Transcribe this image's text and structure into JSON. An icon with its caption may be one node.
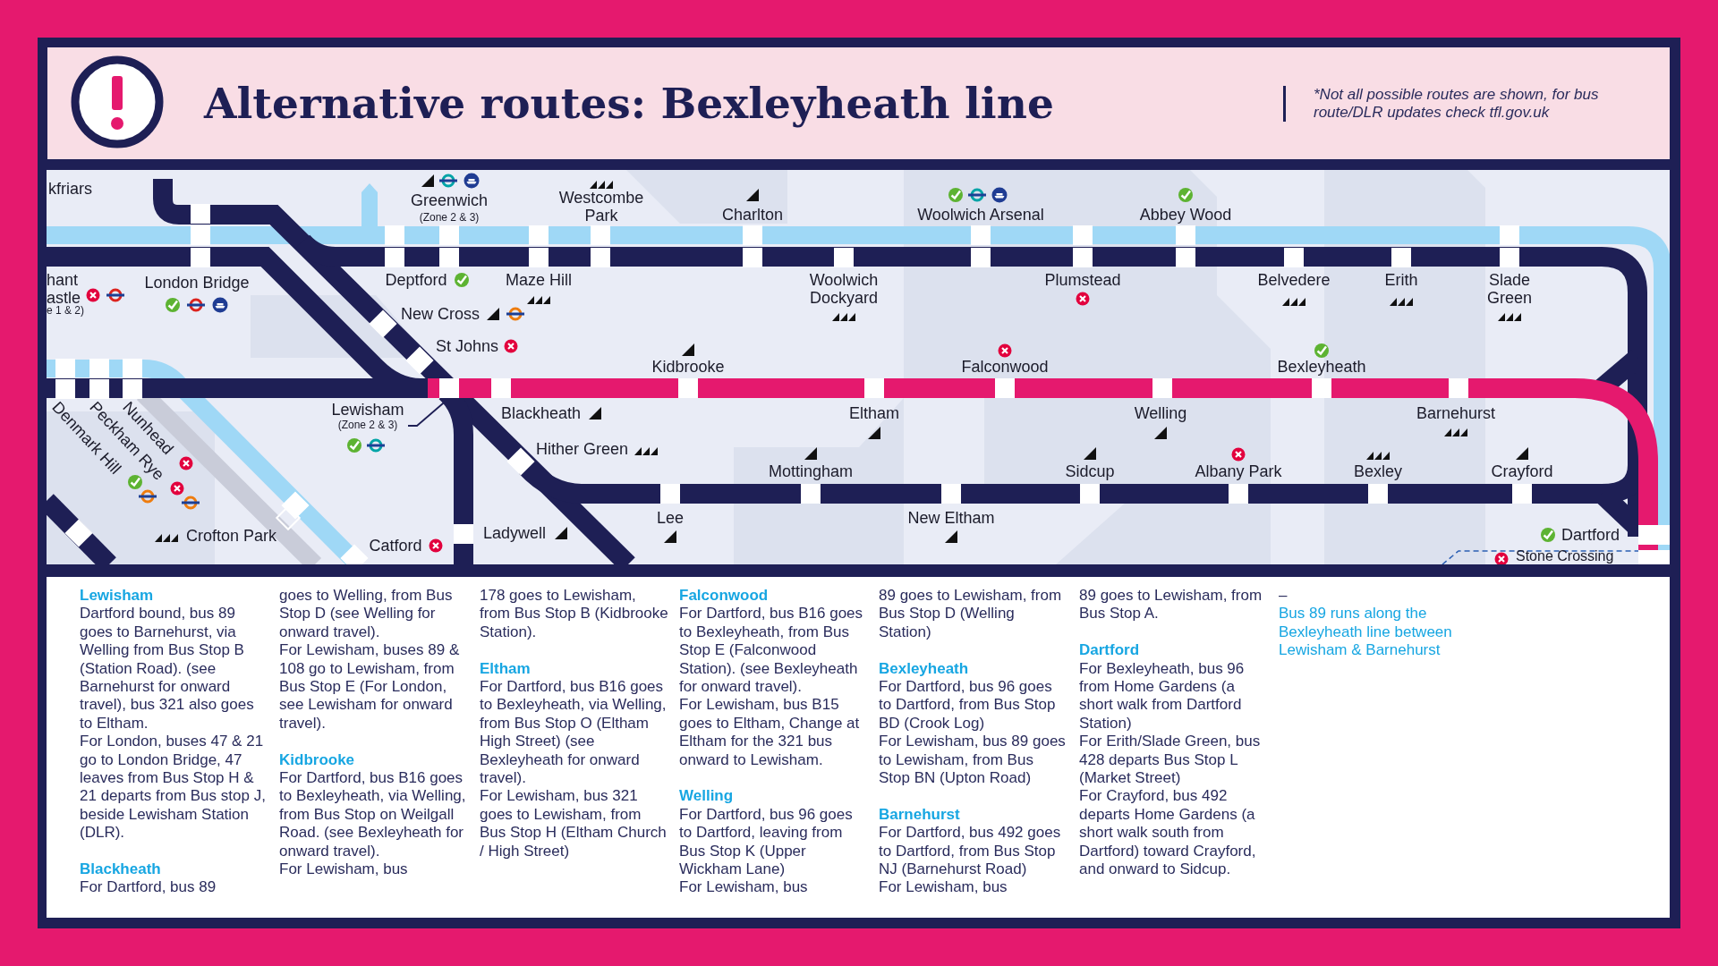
{
  "diagram": {
    "title": "Alternative routes: Bexleyheath line",
    "nodes": [
      {
        "text": [
          "Lewisham",
          "(Zone 2 & 3)"
        ]
      },
      {
        "text": [],
        "shape": "box"
      }
    ],
    "edges": [
      {
        "from": 0,
        "to": 1,
        "arrow": "none"
      }
    ],
    "labels": [
      "*Not all possible routes are shown, for bus route/DLR updates check tfl.gov.uk",
      "kfriars",
      "hant astle",
      "e 1 & 2)",
      "London Bridge",
      "Greenwich",
      "(Zone 2 & 3)",
      "Westcombe Park",
      "Charlton",
      "Woolwich Arsenal",
      "Abbey Wood",
      "Deptford",
      "Maze Hill",
      "New Cross",
      "St Johns",
      "Woolwich Dockyard",
      "Plumstead",
      "Belvedere",
      "Erith",
      "Slade Green",
      "Kidbrooke",
      "Falconwood",
      "Bexleyheath",
      "Blackheath",
      "Eltham",
      "Welling",
      "Barnehurst",
      "Hither Green",
      "Nunhead",
      "Peckham Rye",
      "Denmark Hill",
      "Mottingham",
      "Sidcup",
      "Albany Park",
      "Bexley",
      "Crayford",
      "Lee",
      "New Eltham",
      "Crofton Park",
      "Catford",
      "Ladywell",
      "Dartford",
      "Stone Crossing",
      "Lewisham",
      "Dartford bound, bus 89 goes to Barnehurst, via Welling from Bus Stop B (Station Road). (see Barnehurst for onward travel), bus 321 also goes to Eltham.",
      "For London, buses 47 & 21 go to London Bridge, 47 leaves from Bus Stop H & 21 departs from Bus stop J, beside Lewisham Station (DLR).",
      "Blackheath",
      "For Dartford, bus 89",
      "goes to Welling, from Bus Stop D (see Welling for onward travel).",
      "For Lewisham, buses 89 & 108 go to Lewisham, from Bus Stop E (For London, see Lewisham for onward travel).",
      "Kidbrooke",
      "For Dartford, bus B16 goes to Bexleyheath, via Welling, from Bus Stop on Weilgall Road. (see Bexleyheath for onward travel).",
      "For Lewisham, bus",
      "178 goes to Lewisham, from Bus Stop B (Kidbrooke Station).",
      "Eltham",
      "For Dartford, bus B16 goes to Bexleyheath, via Welling, from Bus Stop O (Eltham High Street) (see Bexleyheath for onward travel).",
      "For Lewisham, bus 321 goes to Lewisham, from Bus Stop H (Eltham Church / High Street)",
      "Falconwood",
      "For Dartford, bus B16 goes to Bexleyheath, from Bus Stop E (Falconwood Station). (see Bexleyheath for onward travel).",
      "For Lewisham, bus B15 goes to Eltham, Change at Eltham for the 321 bus onward to Lewisham.",
      "Welling",
      "For Dartford, bus 96 goes to Dartford, leaving from Bus Stop K (Upper Wickham Lane)",
      "For Lewisham, bus",
      "89 goes to Lewisham, from Bus Stop D (Welling Station)",
      "Bexleyheath",
      "For Dartford, bus 96 goes to Dartford, from Bus Stop BD (Crook Log)",
      "For Lewisham, bus 89 goes to Lewisham, from Bus Stop BN (Upton Road)",
      "Barnehurst",
      "For Dartford, bus 492 goes to Dartford, from Bus Stop NJ (Barnehurst Road)",
      "For Lewisham, bus",
      "89 goes to Lewisham, from Bus Stop A.",
      "Dartford",
      "For Bexleyheath, bus 96 from Home Gardens (a short walk from Dartford Station)",
      "For Erith/Slade Green, bus 428 departs Bus Stop L (Market Street)",
      "For Crayford, bus 492 departs Home Gardens (a short walk south from Dartford) toward Crayford, and onward to Sidcup.",
      "–",
      "Bus 89 runs along the Bexleyheath line between Lewisham & Barnehurst"
    ]
  }
}
